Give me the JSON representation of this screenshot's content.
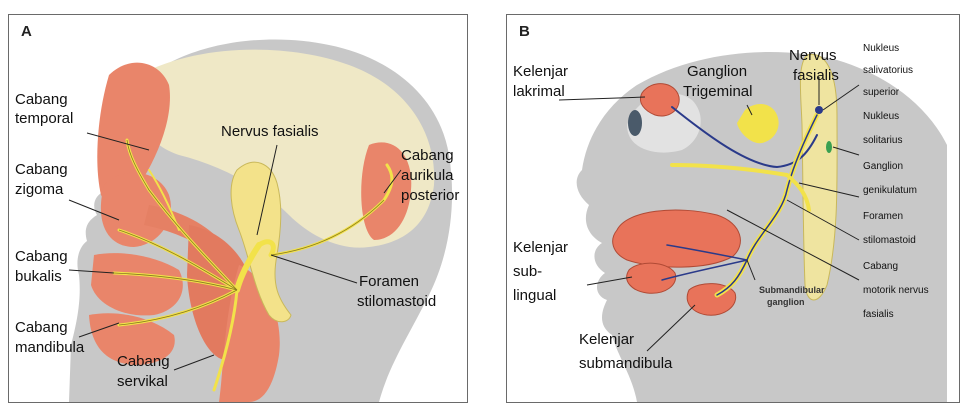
{
  "panel_a": {
    "letter": "A",
    "labels": {
      "cabang_temporal_1": "Cabang",
      "cabang_temporal_2": "temporal",
      "cabang_zigoma_1": "Cabang",
      "cabang_zigoma_2": "zigoma",
      "cabang_bukalis_1": "Cabang",
      "cabang_bukalis_2": "bukalis",
      "cabang_mandibula_1": "Cabang",
      "cabang_mandibula_2": "mandibula",
      "cabang_servikal_1": "Cabang",
      "cabang_servikal_2": "servikal",
      "nervus_fasialis": "Nervus fasialis",
      "aurikula_1": "Cabang",
      "aurikula_2": "aurikula",
      "aurikula_3": "posterior",
      "foramen_1": "Foramen",
      "foramen_2": "stilomastoid"
    }
  },
  "panel_b": {
    "letter": "B",
    "labels": {
      "lakrimal_1": "Kelenjar",
      "lakrimal_2": "lakrimal",
      "ganglion_trig_1": "Ganglion",
      "ganglion_trig_2": "Trigeminal",
      "nervus_1": "Nervus",
      "nervus_2": "fasialis",
      "nukleus_sal_1": "Nukleus",
      "nukleus_sal_2": "salivatorius",
      "nukleus_sal_3": "superior",
      "nukleus_sol_1": "Nukleus",
      "nukleus_sol_2": "solitarius",
      "ganglion_gen_1": "Ganglion",
      "ganglion_gen_2": "genikulatum",
      "foramen_1": "Foramen",
      "foramen_2": "stilomastoid",
      "cabang_motorik_1": "Cabang",
      "cabang_motorik_2": "motorik nervus",
      "cabang_motorik_3": "fasialis",
      "sublingual_1": "Kelenjar",
      "sublingual_2": "sub-",
      "sublingual_3": "lingual",
      "submandibular_ganglion_1": "Submandibular",
      "submandibular_ganglion_2": "ganglion",
      "submandibula_1": "Kelenjar",
      "submandibula_2": "submandibula"
    }
  },
  "colors": {
    "skin_gray": "#c8c8c8",
    "muscle": "#e9856a",
    "nerve": "#f2e24a",
    "bone": "#efe8c6",
    "gland": "#e8735a",
    "nerve_blue": "#2a3a8a"
  }
}
